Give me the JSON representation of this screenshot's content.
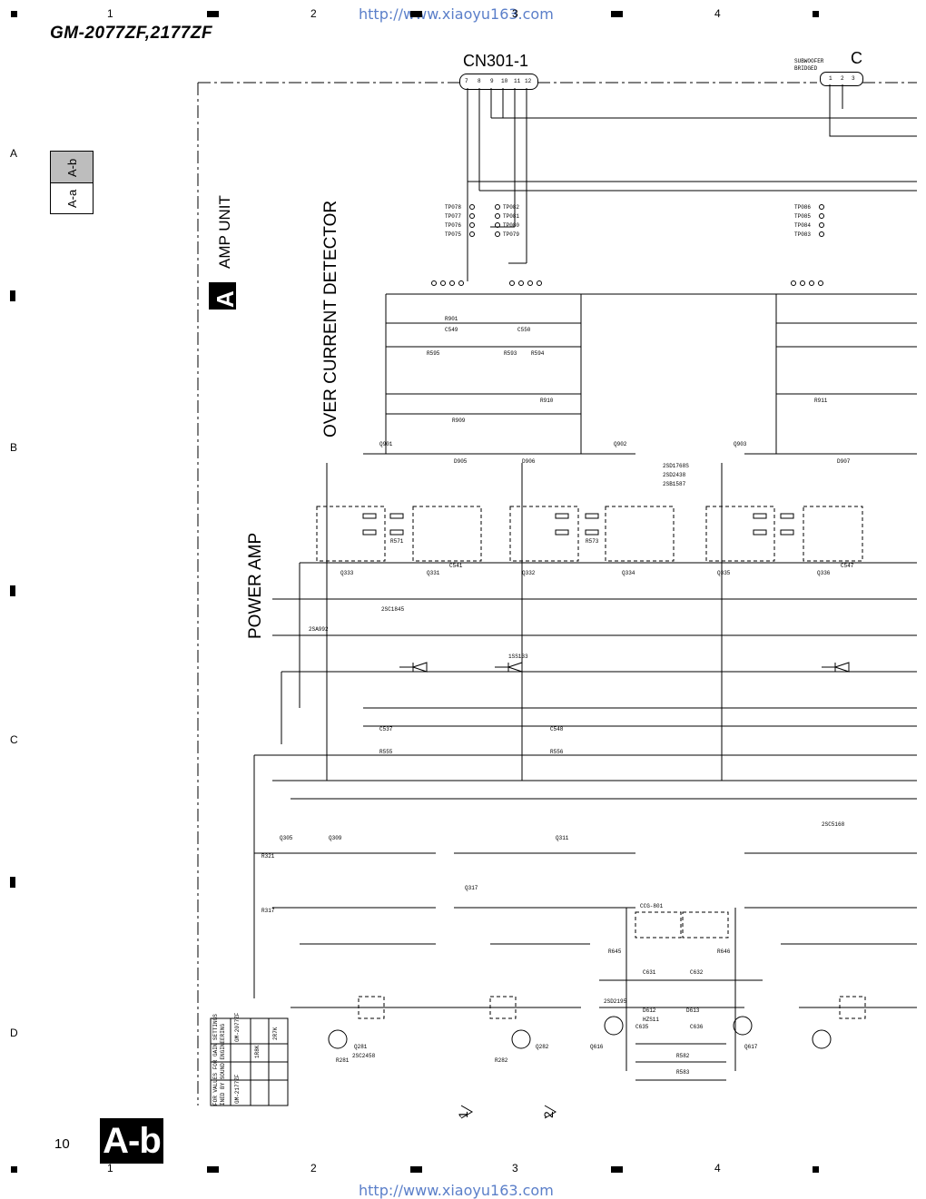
{
  "header": {
    "url": "http://www.xiaoyu163.com",
    "model": "GM-2077ZF,2177ZF",
    "grid_cols": [
      "1",
      "2",
      "3",
      "4"
    ],
    "grid_rows": [
      "A",
      "B",
      "C",
      "D"
    ]
  },
  "diagram": {
    "connector_title": "CN301-1",
    "connector_pins": [
      "7",
      "8",
      "9",
      "10",
      "11",
      "12"
    ],
    "right_connector_partial": "C",
    "subwoofer_label": "SUBWOOFER",
    "bridged_label": "BRIDGED",
    "right_pins": [
      "1",
      "2",
      "3"
    ],
    "section_letter": "A",
    "amp_unit": "AMP UNIT",
    "over_current": "OVER CURRENT DETECTOR",
    "power_amp": "POWER AMP",
    "tab_top": "A-b",
    "tab_bottom": "A-a",
    "bottom_refs": [
      "1",
      "2"
    ],
    "gain_note_line1": "FOR VALUES FOR GAIN SETTINGS",
    "gain_note_line2": "INED BY SOUND ENGINEERING",
    "gain_table_headers": [
      "GM-2077ZF",
      "GM-2177ZF"
    ],
    "gain_table_values": [
      "1R8K",
      "2R7K"
    ],
    "test_points": [
      "TP078",
      "TP077",
      "TP076",
      "TP075",
      "TP082",
      "TP081",
      "TP080",
      "TP079",
      "TP086",
      "TP085",
      "TP084",
      "TP083"
    ],
    "components": [
      "R901",
      "C549",
      "C550",
      "R595",
      "R593",
      "R594",
      "R909",
      "R910",
      "R911",
      "D905",
      "D906",
      "D907",
      "Q901",
      "Q902",
      "Q903",
      "Q333",
      "Q331",
      "Q334",
      "Q332",
      "Q335",
      "Q336",
      "2SD1768S",
      "2SD2438",
      "2SB1587",
      "2SC1845",
      "2SA992",
      "2SC5168",
      "2SD2195",
      "1SS133",
      "R321",
      "R317",
      "Q305",
      "Q309",
      "Q311",
      "Q317",
      "Q616",
      "Q617",
      "D612",
      "D613",
      "HZS11",
      "R582",
      "R583",
      "C631",
      "C632",
      "C635",
      "C636",
      "R645",
      "R646",
      "CCG-801",
      "R281",
      "R282",
      "Q281",
      "Q282",
      "2SC2458",
      "C537",
      "C541",
      "C547",
      "C548",
      "R555",
      "R556",
      "R571",
      "R573"
    ]
  },
  "footer": {
    "page_number": "10",
    "page_badge": "A-b",
    "url": "http://www.xiaoyu163.com",
    "grid_cols": [
      "1",
      "2",
      "3",
      "4"
    ]
  }
}
